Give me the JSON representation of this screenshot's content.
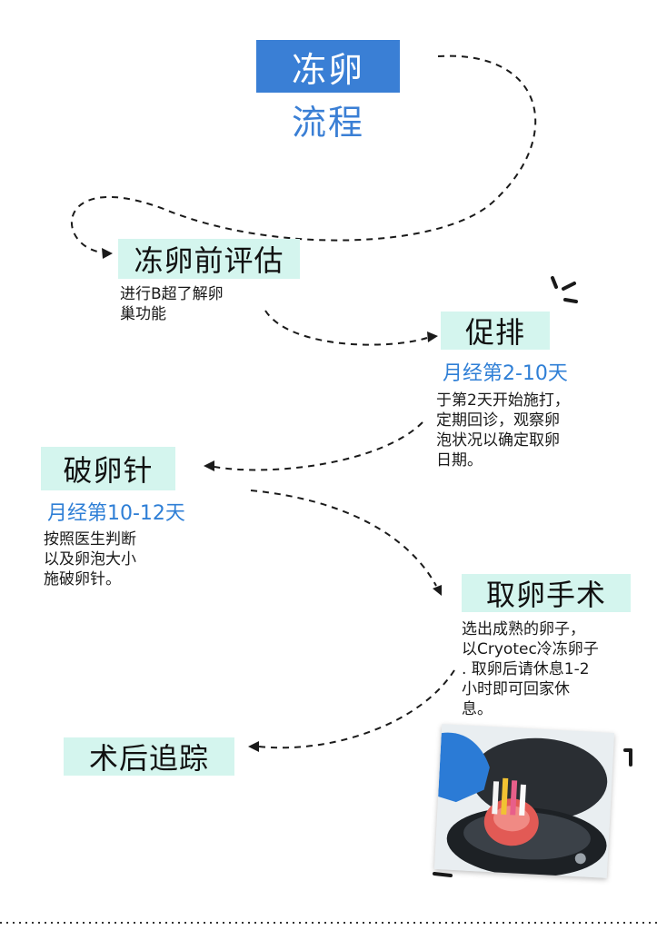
{
  "title": {
    "line1": "冻卵",
    "line2": "流程"
  },
  "steps": [
    {
      "label": "冻卵前评估",
      "desc": "进行B超了解卵\n巢功能"
    },
    {
      "label": "促排",
      "period": "月经第2-10天",
      "desc": "于第2天开始施打，\n定期回诊，观察卵\n泡状况以确定取卵\n日期。"
    },
    {
      "label": "破卵针",
      "period": "月经第10-12天",
      "desc": "按照医生判断\n以及卵泡大小\n施破卵针。"
    },
    {
      "label": "取卵手术",
      "desc": "选出成熟的卵子，\n以Cryotec冷冻卵子\n. 取卵后请休息1-2\n小时即可回家休\n息。"
    },
    {
      "label": "术后追踪"
    }
  ],
  "colors": {
    "title_blue": "#3a7fd5",
    "step_bg": "#d4f5ee",
    "period_blue": "#2f7fd6"
  }
}
